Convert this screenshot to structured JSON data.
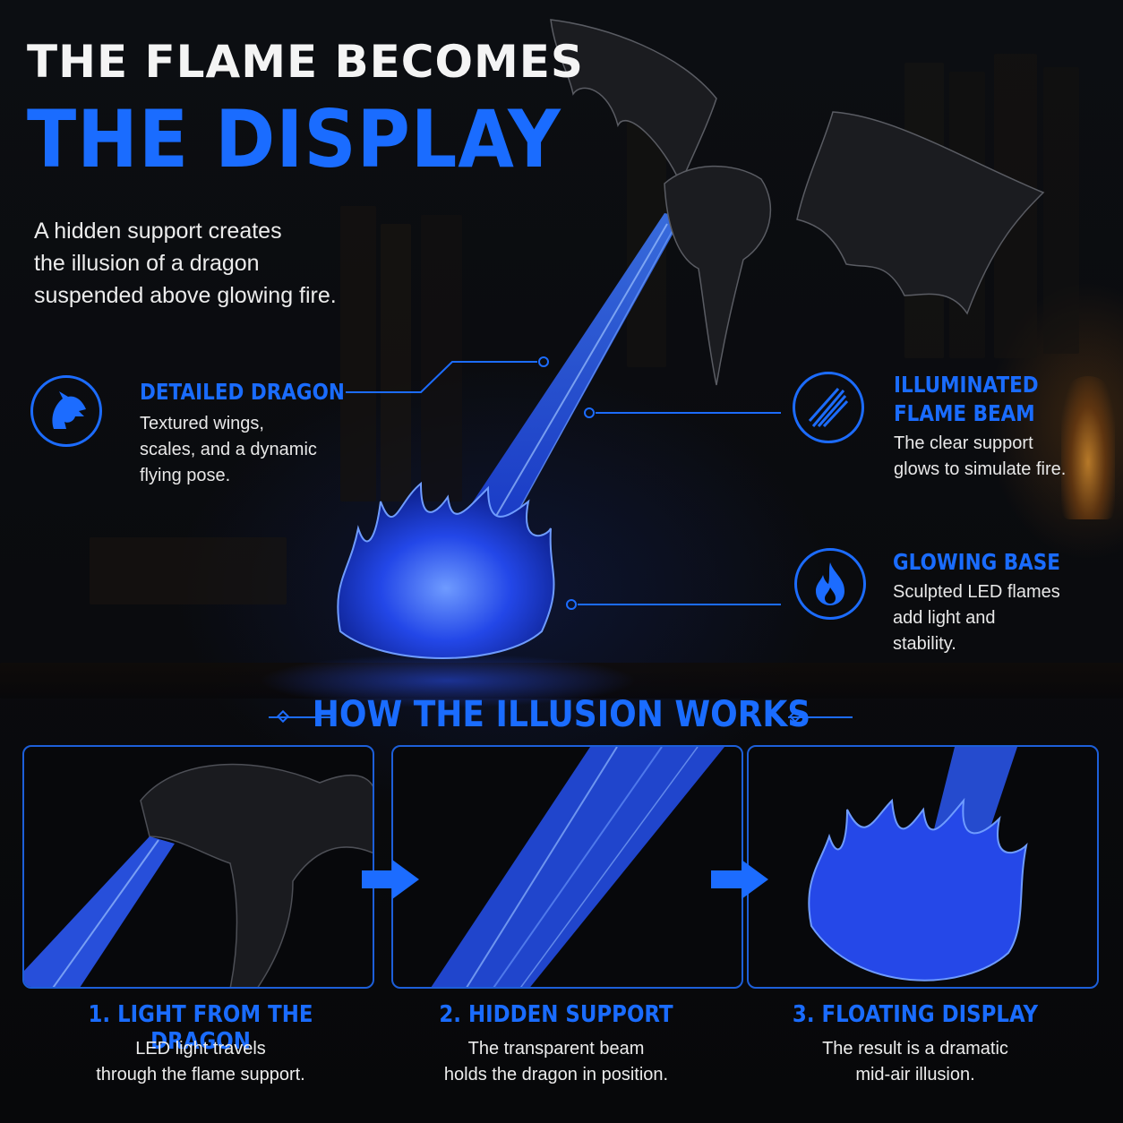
{
  "header": {
    "title_line1": "THE FLAME BECOMES",
    "title_line2": "THE DISPLAY",
    "intro_lines": [
      "A hidden support creates",
      "the illusion of a dragon",
      "suspended above glowing fire."
    ]
  },
  "features": [
    {
      "icon": "dragon-head-icon",
      "title_lines": [
        "DETAILED DRAGON"
      ],
      "desc_lines": [
        "Textured wings,",
        "scales, and a dynamic",
        "flying pose."
      ]
    },
    {
      "icon": "flame-beam-icon",
      "title_lines": [
        "ILLUMINATED",
        "FLAME BEAM"
      ],
      "desc_lines": [
        "The clear support",
        "glows to simulate fire."
      ]
    },
    {
      "icon": "fire-icon",
      "title_lines": [
        "GLOWING BASE"
      ],
      "desc_lines": [
        "Sculpted LED flames",
        "add light and",
        "stability."
      ]
    }
  ],
  "section": {
    "title": "HOW THE ILLUSION WORKS"
  },
  "steps": [
    {
      "title": "1. LIGHT FROM THE DRAGON",
      "desc_lines": [
        "LED light travels",
        "through the flame support."
      ]
    },
    {
      "title": "2. HIDDEN SUPPORT",
      "desc_lines": [
        "The transparent beam",
        "holds the dragon in position."
      ]
    },
    {
      "title": "3. FLOATING DISPLAY",
      "desc_lines": [
        "The result is a dramatic",
        "mid-air illusion."
      ]
    }
  ],
  "colors": {
    "accent": "#1a6cff",
    "background": "#07080a",
    "text": "#ececec",
    "glow": "#2a5cff"
  }
}
